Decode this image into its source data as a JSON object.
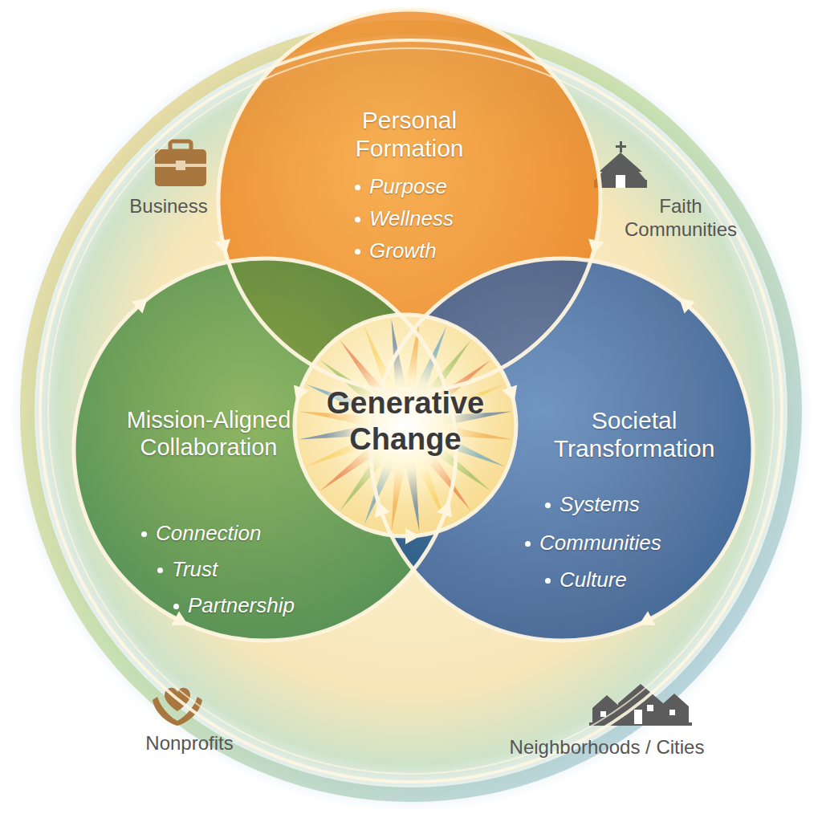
{
  "diagram": {
    "nodes": [
      {
        "text": [
          "Personal Formation",
          "Purpose",
          "Wellness",
          "Growth"
        ]
      },
      {
        "text": [
          "Mission-Aligned Collaboration",
          "Connection",
          "Trust",
          "Partnership"
        ]
      },
      {
        "text": [
          "Societal Transformation",
          "Systems",
          "Communities",
          "Culture"
        ]
      },
      {
        "text": [
          "Generative Change"
        ]
      }
    ],
    "labels": [
      "Business",
      "Faith Communities",
      "Nonprofits",
      "Neighborhoods / Cities"
    ]
  }
}
